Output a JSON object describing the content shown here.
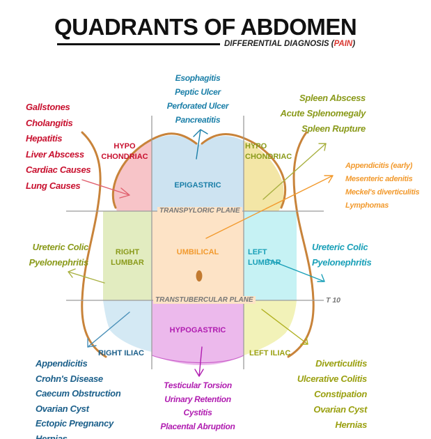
{
  "header": {
    "title": "QUADRANTS OF ABDOMEN",
    "subtitle_prefix": "DIFFERENTIAL DIAGNOSIS (",
    "subtitle_accent": "PAIN",
    "subtitle_suffix": ")"
  },
  "regions": {
    "right_hypochondriac": {
      "line1": "HYPO",
      "line2": "CHONDRIAC"
    },
    "epigastric": "EPIGASTRIC",
    "left_hypochondriac": {
      "line1": "HYPO",
      "line2": "CHONDRIAC"
    },
    "right_lumbar": {
      "line1": "RIGHT",
      "line2": "LUMBAR"
    },
    "umbilical": "UMBILICAL",
    "left_lumbar": {
      "line1": "LEFT",
      "line2": "LUMBAR"
    },
    "right_iliac": "RIGHT ILIAC",
    "hypogastric": "HYPOGASTRIC",
    "left_iliac": "LEFT ILIAC"
  },
  "planes": {
    "transpyloric": "TRANSPYLORIC PLANE",
    "transtubercular": "TRANSTUBERCULAR PLANE",
    "vertebra": "T 10"
  },
  "diagnoses": {
    "epigastric": [
      "Esophagitis",
      "Peptic Ulcer",
      "Perforated Ulcer",
      "Pancreatitis"
    ],
    "right_hypochondriac": [
      "Gallstones",
      "Cholangitis",
      "Hepatitis",
      "Liver Abscess",
      "Cardiac Causes",
      "Lung Causes"
    ],
    "left_hypochondriac": [
      "Spleen Abscess",
      "Acute Splenomegaly",
      "Spleen Rupture"
    ],
    "umbilical": [
      "Appendicitis (early)",
      "Mesenteric adenitis",
      "Meckel's diverticulitis",
      "Lymphomas"
    ],
    "right_lumbar": [
      "Ureteric Colic",
      "Pyelonephritis"
    ],
    "left_lumbar": [
      "Ureteric Colic",
      "Pyelonephritis"
    ],
    "right_iliac": [
      "Appendicitis",
      "Crohn's Disease",
      "Caecum Obstruction",
      "Ovarian Cyst",
      "Ectopic Pregnancy",
      "Hernias"
    ],
    "hypogastric": [
      "Testicular Torsion",
      "Urinary Retention",
      "Cystitis",
      "Placental Abruption"
    ],
    "left_iliac": [
      "Diverticulitis",
      "Ulcerative Colitis",
      "Constipation",
      "Ovarian Cyst",
      "Hernias"
    ]
  },
  "colors": {
    "title": "#111111",
    "accent": "#d9352f",
    "right_hypochondriac": "#c8102e",
    "epigastric": "#1b7fa8",
    "left_hypochondriac": "#8a9a1a",
    "umbilical": "#f29a2e",
    "right_lumbar": "#8a9a1a",
    "left_lumbar": "#1aa0b8",
    "right_iliac": "#1b5f8a",
    "hypogastric": "#b01cb0",
    "left_iliac": "#9aa010",
    "torso_outline": "#c8833a",
    "fill_rh": "#f7c4c8",
    "fill_epi": "#cde3f1",
    "fill_lh": "#f3e6a6",
    "fill_rl": "#e2ecc0",
    "fill_umb": "#fde3c6",
    "fill_ll": "#c6f2f4",
    "fill_ri": "#d4e9f4",
    "fill_hypo": "#ecb9ec",
    "fill_li": "#f2f2b8"
  }
}
